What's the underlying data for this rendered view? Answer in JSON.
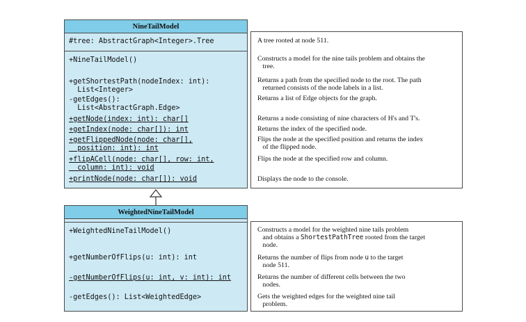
{
  "nine": {
    "title": "NineTailModel",
    "fields": [
      "#tree: AbstractGraph<Integer>.Tree"
    ],
    "methods": [
      "+NineTailModel()",
      "+getShortestPath(nodeIndex: int):\n  List<Integer>",
      "-getEdges():\n  List<AbstractGraph.Edge>",
      "+getNode(index: int): char[]",
      "+getIndex(node: char[]): int",
      "+getFlippedNode(node: char[],\n  position: int): int",
      "+flipACell(node: char[], row: int,\n  column: int): void",
      "+printNode(node: char[]): void"
    ],
    "descriptions": [
      "A tree rooted at node 511.",
      "Constructs a model for the nine tails problem and obtains the\n   tree.",
      "Returns a path from the specified node to the root. The path\n   returned consists of the node labels in a list.",
      "Returns a list of Edge objects for the graph.",
      "Returns a node consisting of nine characters of H's and T's.",
      "Returns the index of the specified node.",
      "Flips the node at the specified position and returns the index\n   of the flipped node.",
      "Flips the node at the specified row and column.",
      "Displays the node to the console."
    ]
  },
  "weighted": {
    "title": "WeightedNineTailModel",
    "methods": [
      "+WeightedNineTailModel()",
      "+getNumberOfFlips(u: int): int",
      "-getNumberOfFlips(u: int, v: int): int",
      "-getEdges(): List<WeightedEdge>"
    ],
    "descriptions": {
      "d0_pre": "Constructs a model for the weighted nine tails problem\n   and obtains a ",
      "d0_code": "ShortestPathTree",
      "d0_post": " rooted from the target\n   node.",
      "d1_pre": "Returns the number of flips from node ",
      "d1_code": "u",
      "d1_post": " to the target\n   node 511.",
      "d2": "Returns the number of different cells between the two\n   nodes.",
      "d3": "Gets the weighted edges for the weighted nine tail\n   problem."
    }
  }
}
